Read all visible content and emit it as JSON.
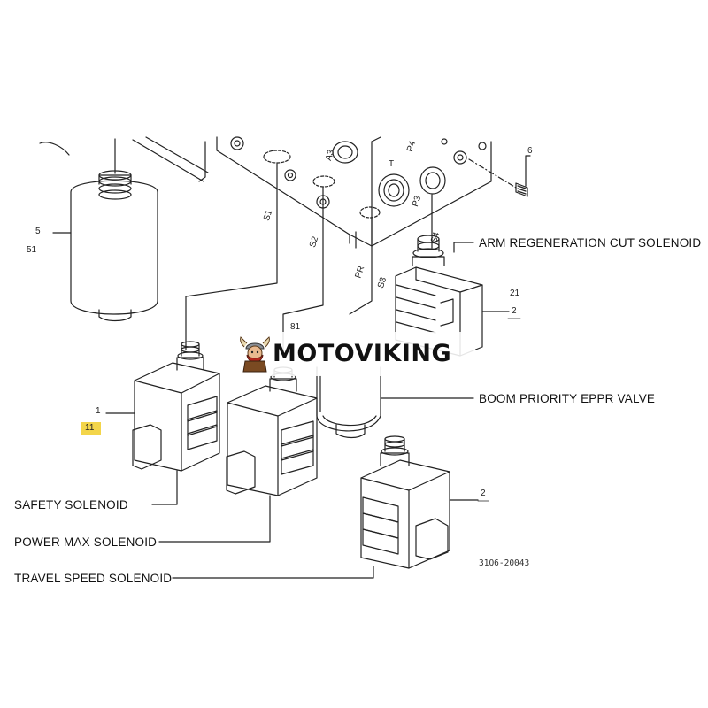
{
  "watermark": {
    "brand": "MOTOVIKING"
  },
  "callouts": {
    "arm_regen": "ARM REGENERATION CUT SOLENOID",
    "boom_priority": "BOOM PRIORITY EPPR VALVE",
    "safety": "SAFETY SOLENOID",
    "power_max": "POWER MAX SOLENOID",
    "travel_speed": "TRAVEL SPEED SOLENOID"
  },
  "part_numbers": {
    "n5": "5",
    "n51": "51",
    "n6": "6",
    "n21": "21",
    "n2a": "2",
    "n2b": "2",
    "n81": "81",
    "n1": "1",
    "n11": "11"
  },
  "ports": {
    "s1": "S1",
    "s2": "S2",
    "s3": "S3",
    "s4": "S4",
    "pr": "PR",
    "a3": "A3",
    "p4": "P4",
    "p3": "P3",
    "t": "T"
  },
  "drawing_ref": "31Q6-20043",
  "colors": {
    "highlight": "#f3d54a",
    "line": "#222222",
    "logo_accent": "#b5251b"
  }
}
